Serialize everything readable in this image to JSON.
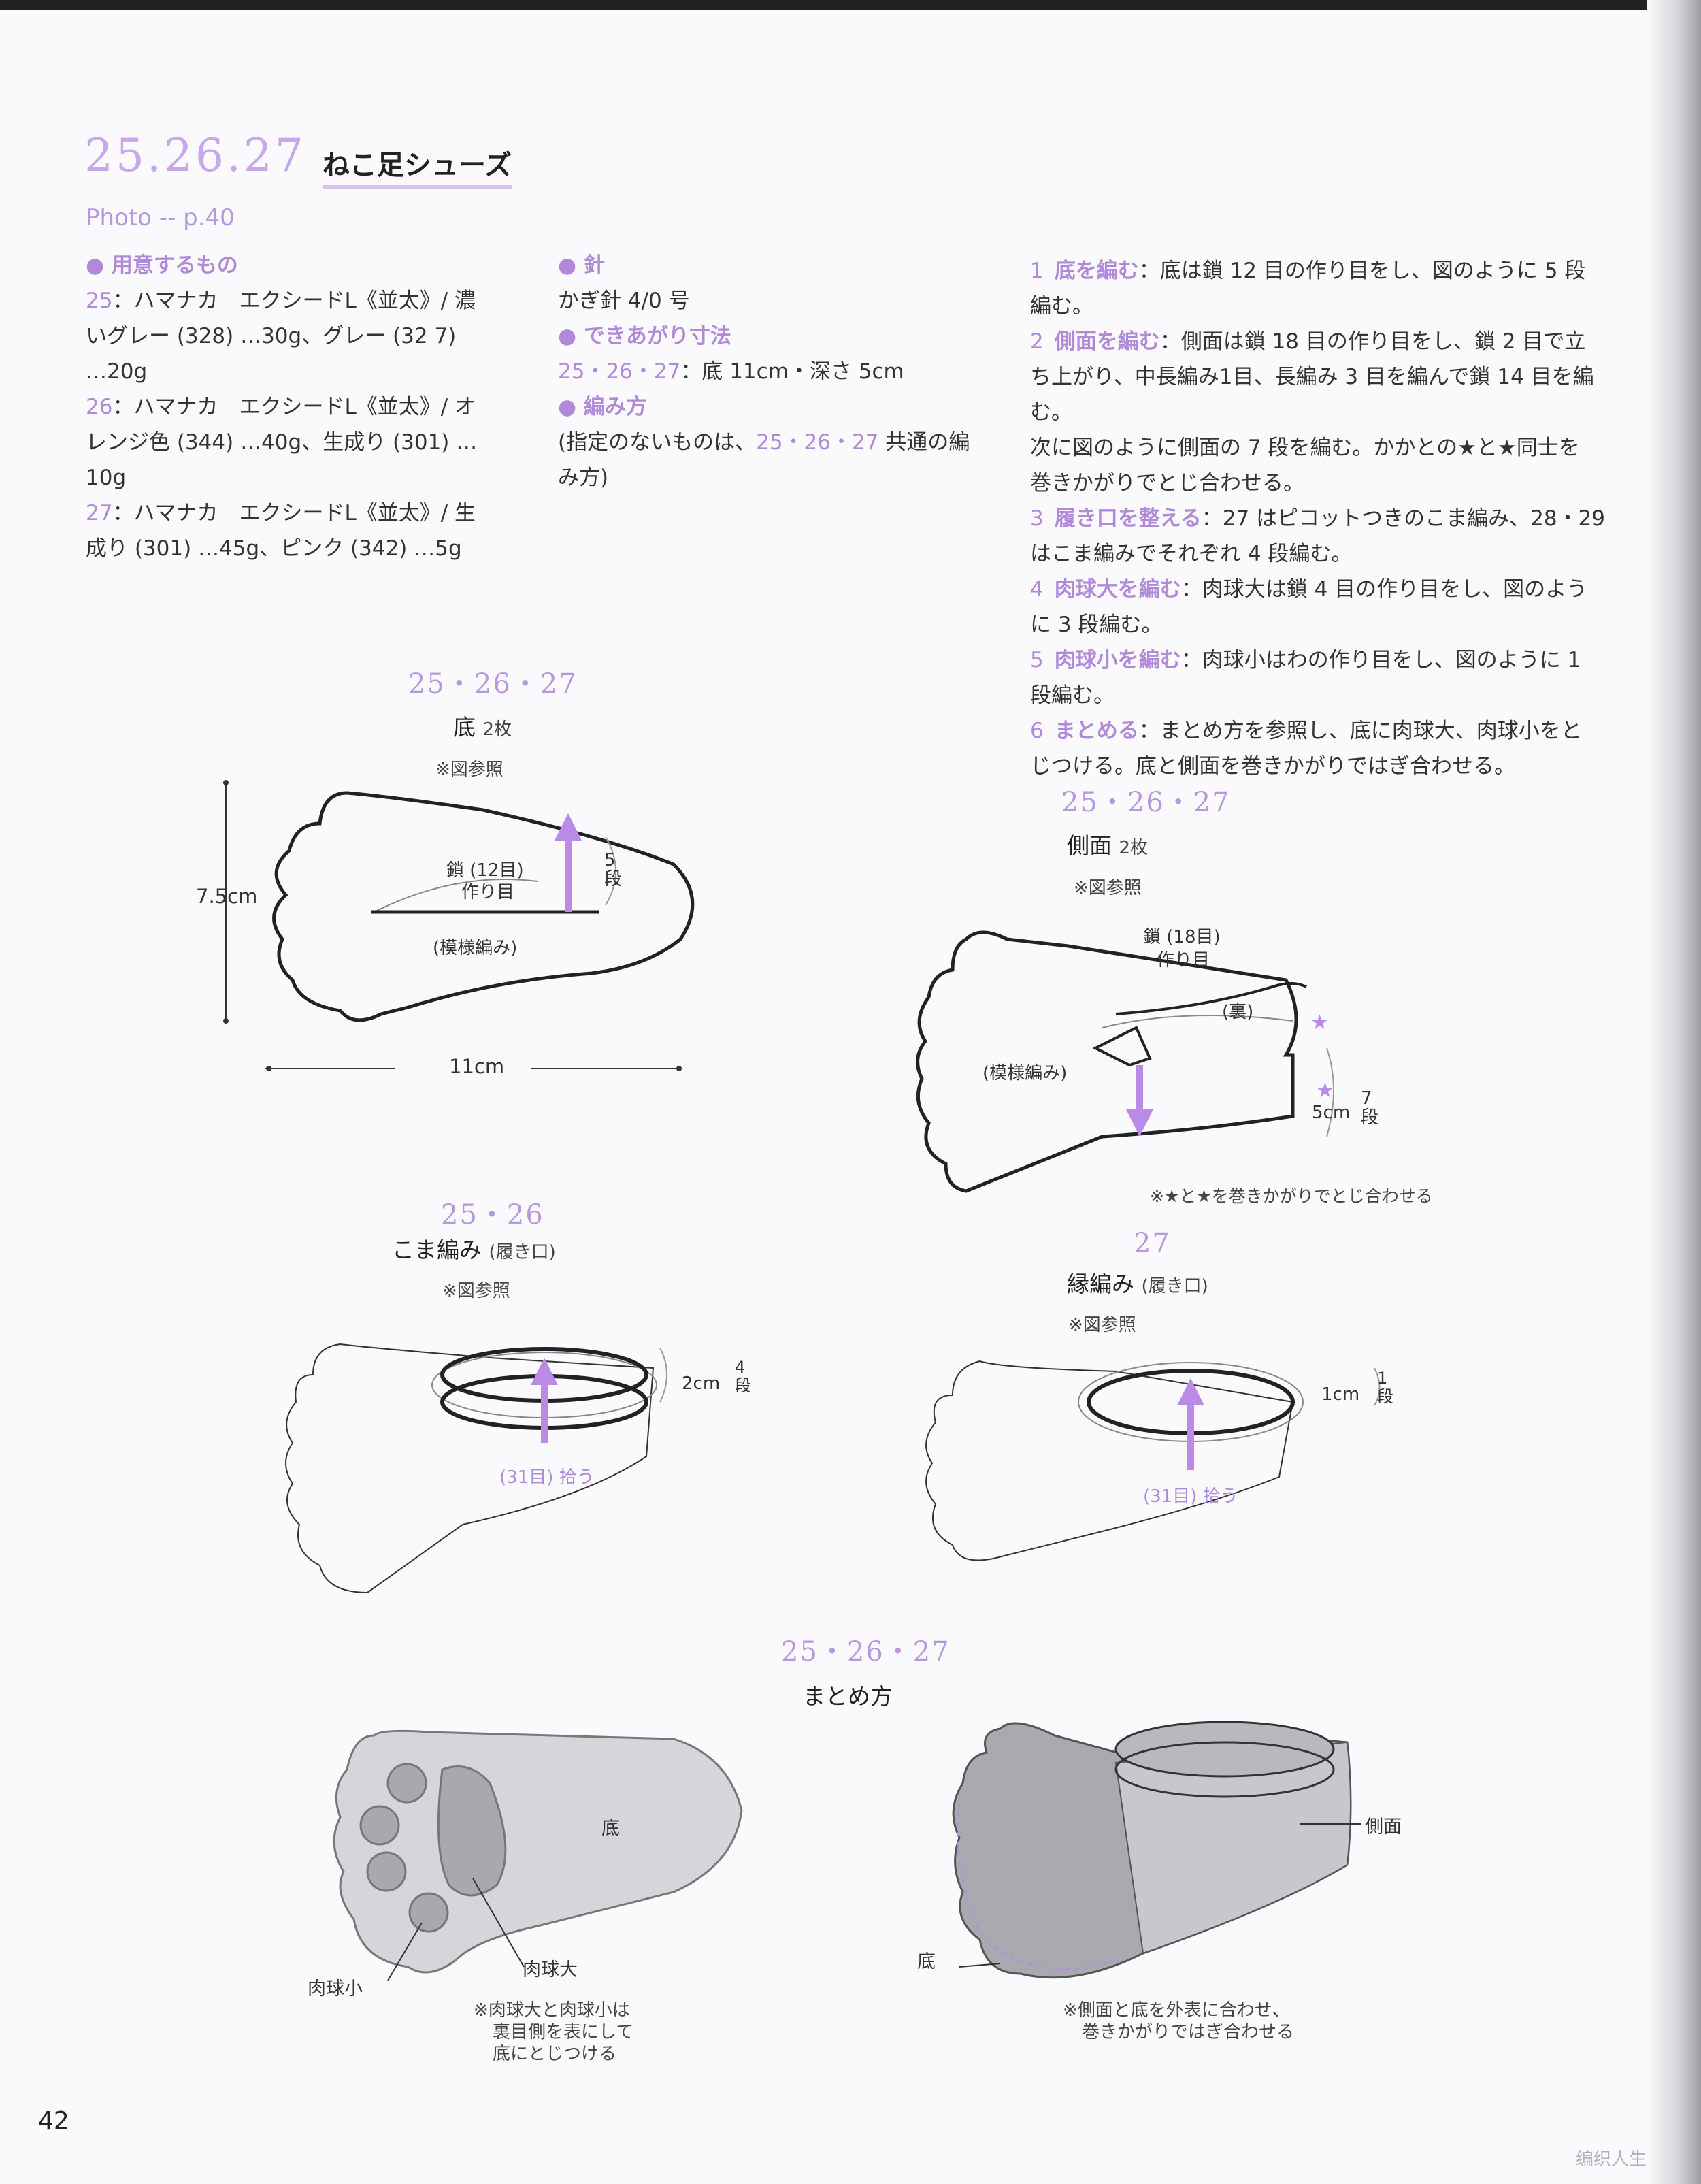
{
  "header": {
    "number": "25.26.27",
    "title": "ねこ足シューズ",
    "photo": "Photo -- p.40"
  },
  "materials": {
    "heading": "● 用意するもの",
    "lines": [
      {
        "k": "25",
        "t": "：ハマナカ　エクシードL《並太》/ 濃"
      },
      {
        "k": "",
        "t": "いグレー (328) …30g、グレー (32 7)"
      },
      {
        "k": "",
        "t": "…20g"
      },
      {
        "k": "26",
        "t": "：ハマナカ　エクシードL《並太》/ オ"
      },
      {
        "k": "",
        "t": "レンジ色 (344) …40g、生成り (301) …"
      },
      {
        "k": "",
        "t": "10g"
      },
      {
        "k": "27",
        "t": "：ハマナカ　エクシードL《並太》/ 生"
      },
      {
        "k": "",
        "t": "成り (301) …45g、ピンク (342) …5g"
      }
    ]
  },
  "needle": {
    "heading": "● 針",
    "text": "かぎ針 4/0 号"
  },
  "size": {
    "heading": "● できあがり寸法",
    "key": "25・26・27",
    "text": "：底 11cm・深さ 5cm"
  },
  "method": {
    "heading": "● 編み方",
    "line1a": "(指定のないものは、",
    "line1k": "25・26・27",
    "line1b": " 共通の編",
    "line2": "み方)"
  },
  "steps": [
    {
      "n": "1",
      "h": "底を編む",
      "lines": [
        "：底は鎖 12 目の作り目をし、図のように 5 段",
        "編む。"
      ]
    },
    {
      "n": "2",
      "h": "側面を編む",
      "lines": [
        "：側面は鎖 18 目の作り目をし、鎖 2 目で立",
        "ち上がり、中長編み1目、長編み 3 目を編んで鎖 14 目を編む。",
        "次に図のように側面の 7 段を編む。かかとの★と★同士を",
        "巻きかがりでとじ合わせる。"
      ]
    },
    {
      "n": "3",
      "h": "履き口を整える",
      "lines": [
        "：27 はピコットつきのこま編み、28・29",
        "はこま編みでそれぞれ 4 段編む。"
      ]
    },
    {
      "n": "4",
      "h": "肉球大を編む",
      "lines": [
        "：肉球大は鎖 4 目の作り目をし、図のよう",
        "に 3 段編む。"
      ]
    },
    {
      "n": "5",
      "h": "肉球小を編む",
      "lines": [
        "：肉球小はわの作り目をし、図のように 1",
        "段編む。"
      ]
    },
    {
      "n": "6",
      "h": "まとめる",
      "lines": [
        "：まとめ方を参照し、底に肉球大、肉球小をと",
        "じつける。底と側面を巻きかがりではぎ合わせる。"
      ]
    }
  ],
  "diagrams": {
    "sole": {
      "num": "25・26・27",
      "title": "底",
      "count": "2枚",
      "ref": "※図参照",
      "chain": "鎖 (12目)",
      "foundation": "作り目",
      "rows": "5段",
      "pattern": "(模様編み)",
      "height": "7.5cm",
      "width": "11cm"
    },
    "side": {
      "num": "25・26・27",
      "title": "側面",
      "count": "2枚",
      "ref": "※図参照",
      "chain": "鎖 (18目)",
      "foundation": "作り目",
      "back": "(裏)",
      "pattern": "(模様編み)",
      "depth": "5cm",
      "rows": "7段",
      "note": "※★と★を巻きかがりでとじ合わせる"
    },
    "sc": {
      "num": "25・26",
      "title": "こま編み",
      "sub": "(履き口)",
      "ref": "※図参照",
      "dim": "2cm",
      "rows": "4段",
      "pick": "(31目) 拾う"
    },
    "edge": {
      "num": "27",
      "title": "縁編み",
      "sub": "(履き口)",
      "ref": "※図参照",
      "dim": "1cm",
      "rows": "1段",
      "pick": "(31目) 拾う"
    },
    "finish": {
      "num": "25・26・27",
      "title": "まとめ方",
      "sole": "底",
      "small_pad": "肉球小",
      "big_pad": "肉球大",
      "note_left": [
        "※肉球大と肉球小は",
        "裏目側を表にして",
        "底にとじつける"
      ],
      "side": "側面",
      "sole2": "底",
      "note_right": [
        "※側面と底を外表に合わせ、",
        "巻きかがりではぎ合わせる"
      ]
    }
  },
  "page_number": "42",
  "watermark": "编织人生",
  "accent_color": "#b08ad8"
}
